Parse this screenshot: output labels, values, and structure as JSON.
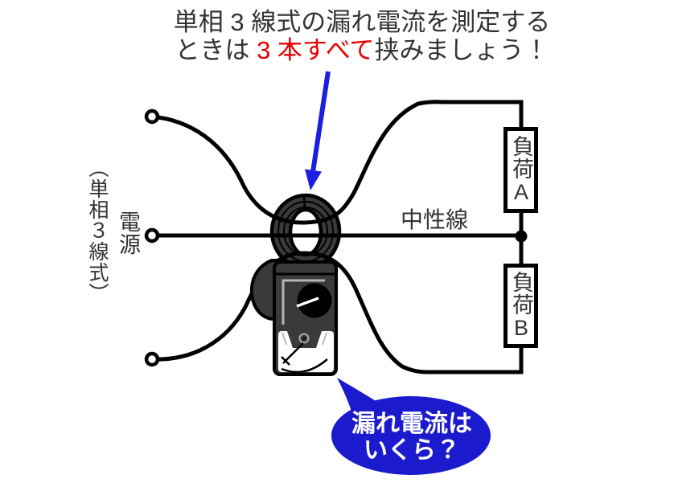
{
  "title": {
    "line1": "単相 3 線式の漏れ電流を測定する",
    "line2_prefix": "ときは ",
    "line2_highlight": "3 本すべて",
    "line2_suffix": "挟みましょう！"
  },
  "source": {
    "system_label": "（単相３線式）",
    "power_label": "電源"
  },
  "circuit": {
    "neutral_label": "中性線",
    "load_a_label": "負荷A",
    "load_b_label": "負荷B"
  },
  "callout": {
    "line1": "漏れ電流は",
    "line2": "いくら？"
  },
  "icons": {
    "arrow": "blue-down-arrow-icon",
    "meter": "clamp-meter-icon",
    "bubble": "speech-bubble-icon"
  },
  "colors": {
    "text": "#333333",
    "highlight_red": "#e80000",
    "arrow_blue": "#1e1ee0",
    "bubble_blue": "#1b1bcd",
    "meter_body": "#3a3a3a",
    "wire_black": "#000000"
  }
}
